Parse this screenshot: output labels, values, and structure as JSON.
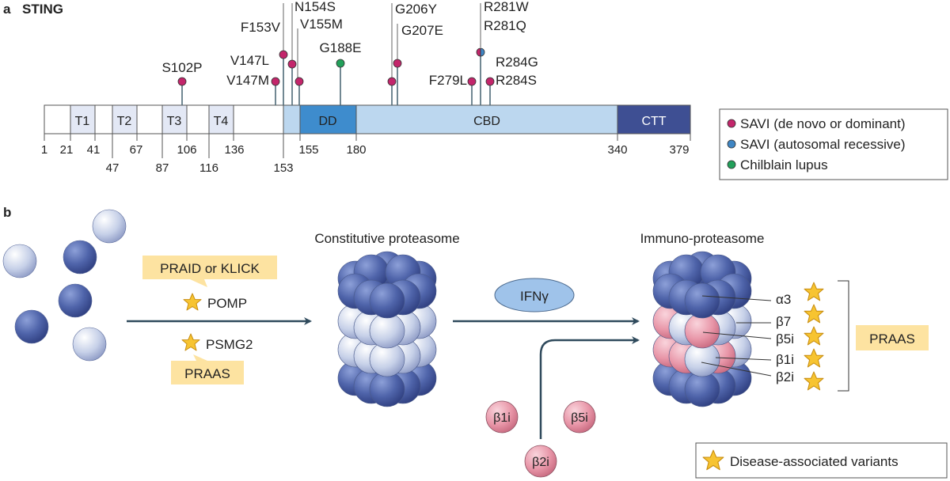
{
  "panel_a": {
    "letter": "a",
    "title": "STING",
    "domains": {
      "t1": "T1",
      "t2": "T2",
      "t3": "T3",
      "t4": "T4",
      "dd": "DD",
      "cbd": "CBD",
      "ctt": "CTT"
    },
    "ticks": {
      "top": [
        "1",
        "21",
        "41",
        "67",
        "106",
        "136",
        "155",
        "180",
        "340",
        "379"
      ],
      "bottom": [
        "47",
        "87",
        "116",
        "153"
      ]
    },
    "mutations": [
      "S102P",
      "V147L",
      "V147M",
      "F153V",
      "N154S",
      "V155M",
      "G188E",
      "G206Y",
      "G207E",
      "F279L",
      "R281W",
      "R281Q",
      "R284G",
      "R284S"
    ],
    "legend": [
      "SAVI (de novo or dominant)",
      "SAVI (autosomal recessive)",
      "Chilblain lupus"
    ],
    "colors": {
      "savi_dominant": "#c3266b",
      "savi_recessive": "#3f86c4",
      "chilblain": "#22a05a",
      "light_domain": "#bcd7ef",
      "dd": "#3e8ccd",
      "ctt": "#3e4f93"
    }
  },
  "panel_b": {
    "letter": "b",
    "constitutive_label": "Constitutive proteasome",
    "immuno_label": "Immuno-proteasome",
    "praid_label": "PRAID or KLICK",
    "pomp_label": "POMP",
    "psmg2_label": "PSMG2",
    "praas_label": "PRAAS",
    "ifn_label": "IFNγ",
    "subunits": [
      "β1i",
      "β5i",
      "β2i"
    ],
    "immuno_subunits": [
      "α3",
      "β7",
      "β5i",
      "β1i",
      "β2i"
    ],
    "right_praas": "PRAAS",
    "legend_variants": "Disease-associated variants"
  }
}
